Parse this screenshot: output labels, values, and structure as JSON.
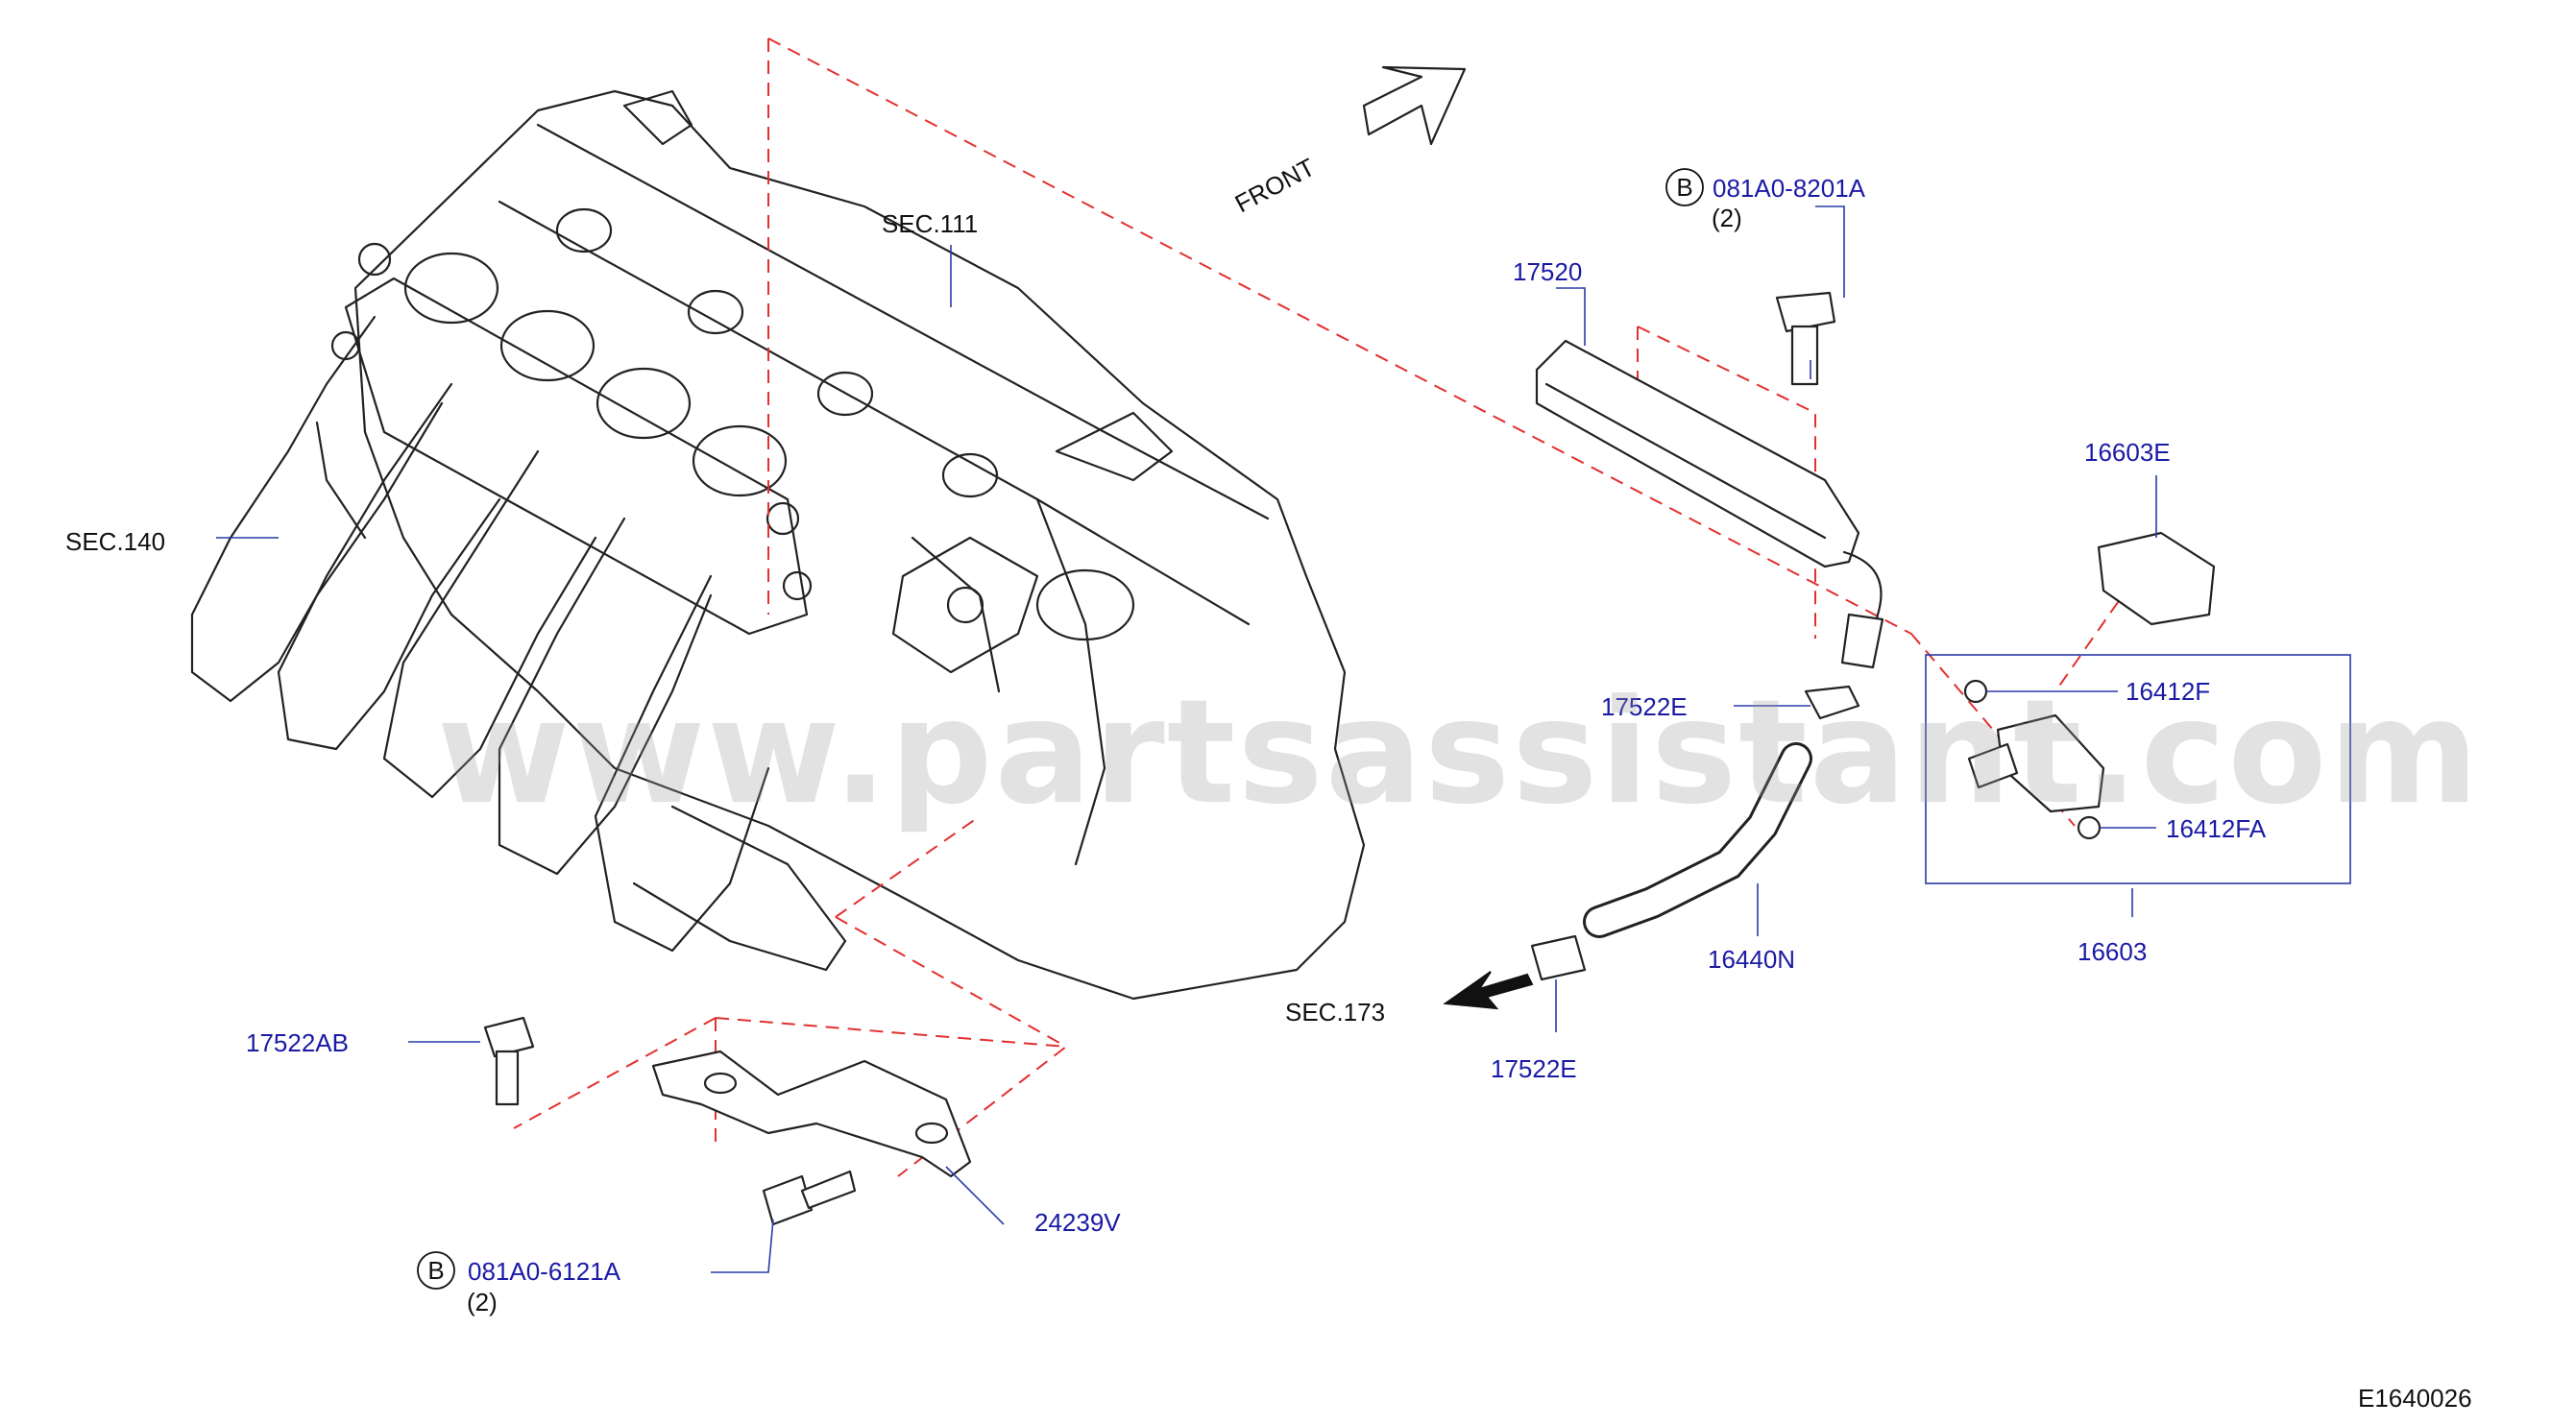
{
  "labels": {
    "sec111": "SEC.111",
    "sec140": "SEC.140",
    "sec173": "SEC.173",
    "front": "FRONT",
    "bolt_top_code": "081A0-8201A",
    "bolt_top_qty": "(2)",
    "bolt_bottom_code": "081A0-6121A",
    "bolt_bottom_qty": "(2)",
    "circle_letter": "B",
    "p17520": "17520",
    "p16603E": "16603E",
    "p17522E_top": "17522E",
    "p16412F": "16412F",
    "p16412FA": "16412FA",
    "p16440N": "16440N",
    "p16603": "16603",
    "p17522E_bottom": "17522E",
    "p17522AB": "17522AB",
    "p24239V": "24239V",
    "diagram_id": "E1640026"
  },
  "watermark": "www.partsassistant.com",
  "colors": {
    "part_label": "#1a1aa6",
    "section_label": "#111111",
    "dashed_line": "#e23030",
    "leader_line": "#2a3aa8"
  }
}
